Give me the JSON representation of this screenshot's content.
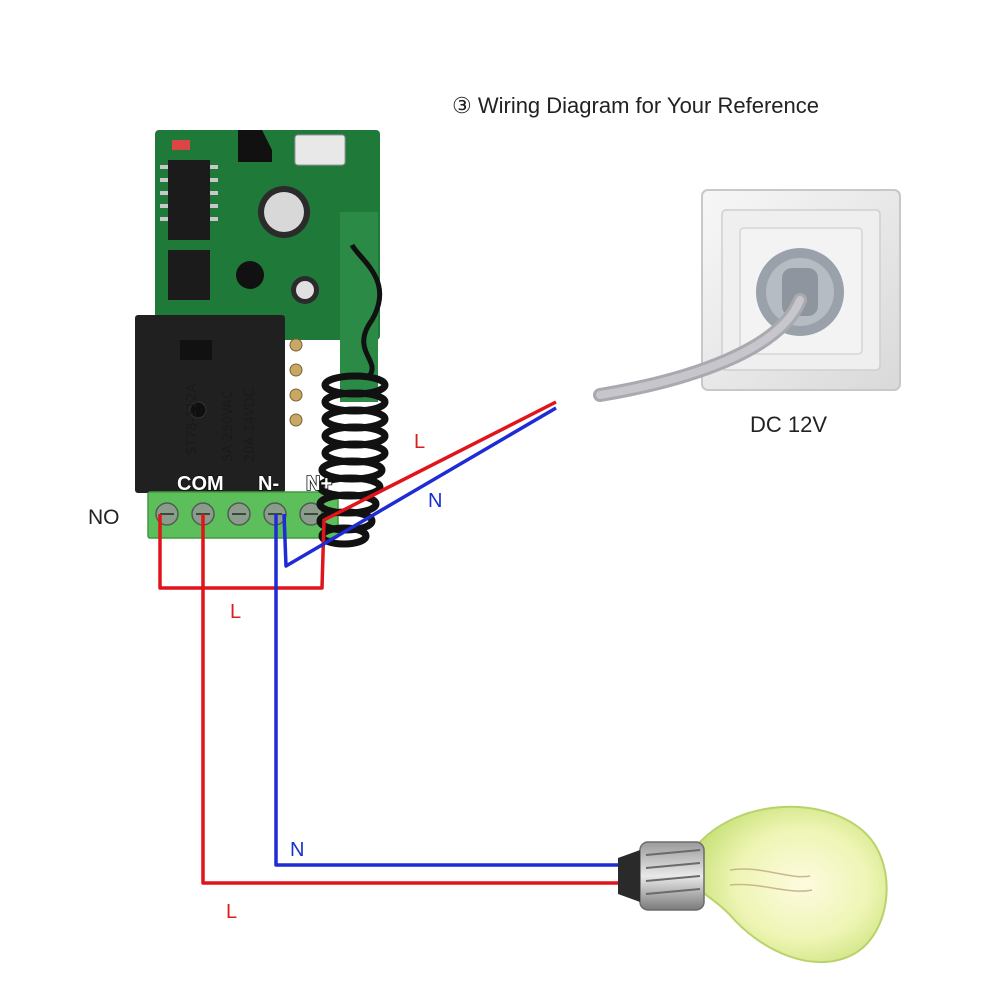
{
  "title": "③ Wiring Diagram for Your Reference",
  "power_source": {
    "label": "DC 12V"
  },
  "terminals": {
    "com": "COM",
    "n_minus": "N-",
    "n_plus": "N+",
    "no": "NO"
  },
  "relay_marking": {
    "line1": "ST78-112A",
    "line2": "5A 250VAC",
    "line3": "20A 14VDC"
  },
  "wire_labels": {
    "supply_live": "L",
    "supply_neutral": "N",
    "bridge_live": "L",
    "lamp_neutral": "N",
    "lamp_live": "L"
  },
  "colors": {
    "live_wire": "#e0141b",
    "neutral_wire": "#1f2bd4",
    "pcb": "#1f7a3a",
    "terminal_block": "#5cbf5c"
  }
}
